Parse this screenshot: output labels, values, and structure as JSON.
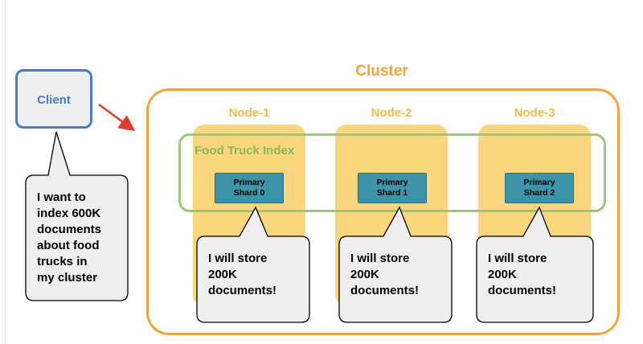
{
  "client": {
    "label": "Client"
  },
  "client_bubble": {
    "lines": [
      "I want to",
      "index 600K",
      "documents",
      "about food",
      "trucks in",
      "my cluster"
    ]
  },
  "cluster": {
    "title": "Cluster"
  },
  "index": {
    "label": "Food Truck Index"
  },
  "nodes": [
    {
      "label": "Node-1",
      "shard_lines": [
        "Primary",
        "Shard 0"
      ],
      "bubble_lines": [
        "I will store",
        "200K",
        "documents!"
      ]
    },
    {
      "label": "Node-2",
      "shard_lines": [
        "Primary",
        "Shard 1"
      ],
      "bubble_lines": [
        "I will store",
        "200K",
        "documents!"
      ]
    },
    {
      "label": "Node-3",
      "shard_lines": [
        "Primary",
        "Shard 2"
      ],
      "bubble_lines": [
        "I will store",
        "200K",
        "documents!"
      ]
    }
  ],
  "colors": {
    "client": "#4a7cc0",
    "cluster": "#f0a43a",
    "node_fill": "#fad77c",
    "index": "#9fc47a",
    "shard": "#3d93a8",
    "arrow": "#e03b2f",
    "bubble_fill": "#efefef"
  }
}
